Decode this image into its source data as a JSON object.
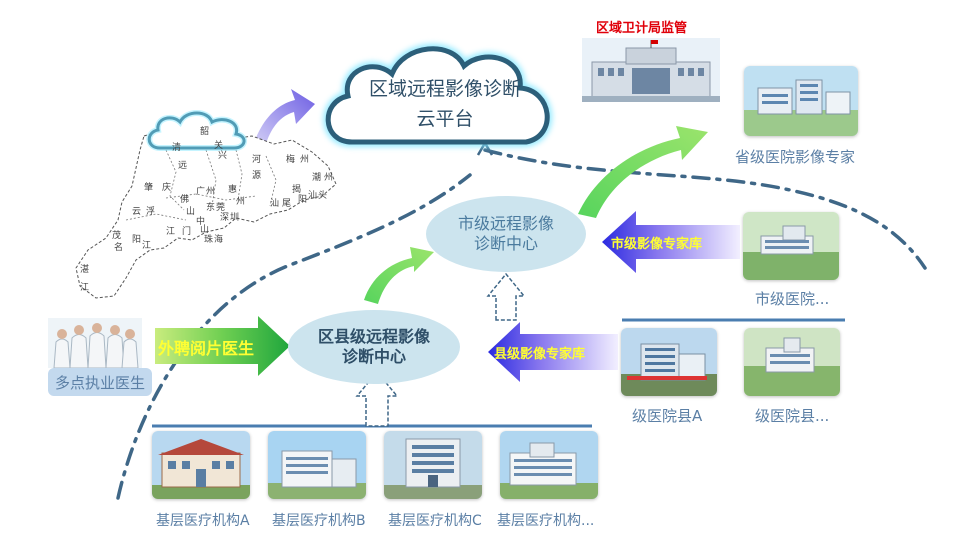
{
  "cloud_platform": {
    "line1": "区域远程影像诊断",
    "line2": "云平台"
  },
  "supervision": {
    "title": "区域卫计局监管"
  },
  "provincial": {
    "label": "省级医院影像专家"
  },
  "city_center": {
    "line1": "市级远程影像",
    "line2": "诊断中心"
  },
  "county_center": {
    "line1": "区县级远程影像",
    "line2": "诊断中心"
  },
  "city_expert_arrow": {
    "label": "市级影像专家库"
  },
  "county_expert_arrow": {
    "label": "县级影像专家库"
  },
  "external_doctor_arrow": {
    "label": "外聘阅片医生"
  },
  "city_hospital": {
    "label": "市级医院..."
  },
  "county_hospitals": [
    {
      "label": "级医院县A"
    },
    {
      "label": "级医院县..."
    }
  ],
  "multi_site_doctor": {
    "label": "多点执业医生"
  },
  "primary_institutions": [
    {
      "label": "基层医疗机构A"
    },
    {
      "label": "基层医疗机构B"
    },
    {
      "label": "基层医疗机构C"
    },
    {
      "label": "基层医疗机构..."
    }
  ],
  "map": {
    "cloud_label": "韶",
    "places": [
      "清",
      "远",
      "肇",
      "庆",
      "云",
      "浮",
      "茂",
      "名",
      "阳",
      "江",
      "湛",
      "江",
      "佛",
      "山",
      "广",
      "州",
      "惠",
      "州",
      "东",
      "莞",
      "深",
      "圳",
      "中",
      "山",
      "江",
      "门",
      "珠",
      "海",
      "河",
      "源",
      "梅",
      "州",
      "潮",
      "州",
      "揭",
      "阳",
      "汕",
      "尾",
      "汕",
      "头",
      "关",
      "兴"
    ]
  },
  "colors": {
    "ellipse": "#cce4ee",
    "dashdot": "#3f6787",
    "divider": "#4a7db0",
    "label_blue": "#5b7fa5",
    "yellow_text": "#ffff33",
    "red_text": "#e0000a"
  }
}
